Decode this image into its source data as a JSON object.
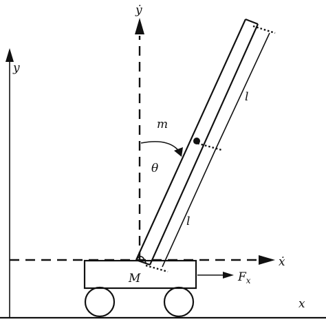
{
  "labels": {
    "y_axis": "y",
    "x_axis": "x",
    "y_dot": "ẏ",
    "x_dot": "ẋ",
    "mass_m": "m",
    "theta": "θ",
    "length_upper": "l",
    "length_lower": "l",
    "cart_mass": "M",
    "force_main": "F",
    "force_sub": "x"
  },
  "colors": {
    "ink": "#111111",
    "background": "#ffffff"
  }
}
